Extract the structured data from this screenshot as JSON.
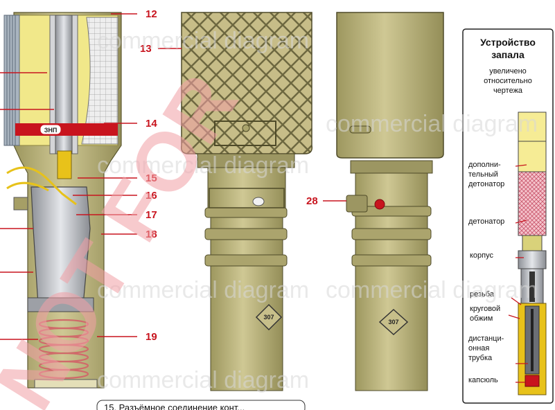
{
  "callouts": [
    "12",
    "13",
    "14",
    "15",
    "16",
    "17",
    "18",
    "19",
    "28"
  ],
  "badge_text": "307",
  "band_text": "ЗНП",
  "side_panel": {
    "title_line1": "Устройство",
    "title_line2": "запала",
    "sub_line1": "увеличено",
    "sub_line2": "относительно",
    "sub_line3": "чертежа",
    "labels": [
      "дополни-",
      "тельный",
      "детонатор",
      "детонатор",
      "корпус",
      "резьба",
      "круговой",
      "обжим",
      "дистанци-",
      "онная",
      "трубка",
      "капсюль"
    ]
  },
  "watermark": "commercial diagram",
  "watermark_red": "NOT FOR",
  "caption": "15. Разъёмное соединение конт...",
  "colors": {
    "olive": "#b8b07a",
    "olive_dark": "#8f8a57",
    "yellow": "#f2e98a",
    "red": "#c8141e",
    "metal": "#b9bcc2"
  }
}
